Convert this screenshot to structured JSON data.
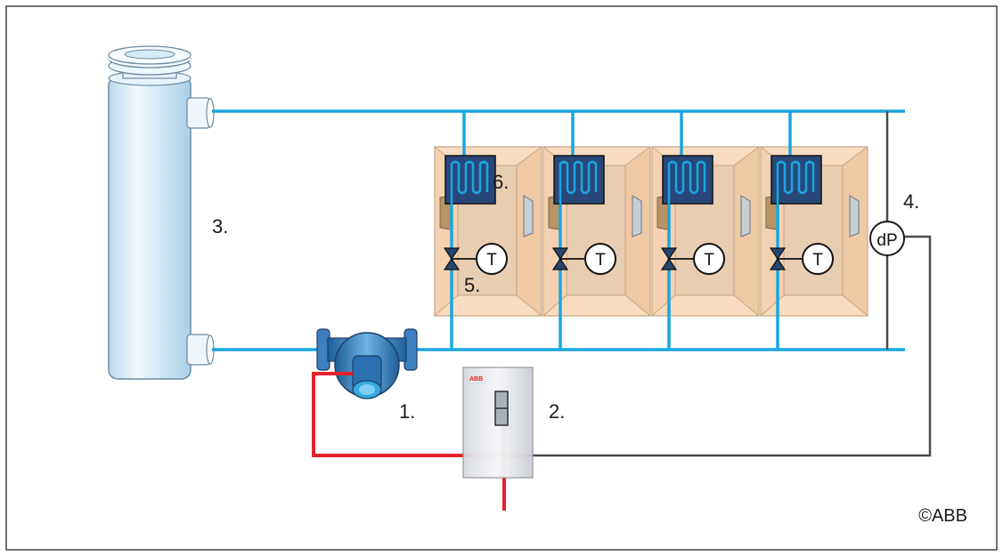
{
  "labels": {
    "pump": "1.",
    "drive": "2.",
    "chiller": "3.",
    "dp_sensor": "4.",
    "valve": "5.",
    "coil": "6."
  },
  "symbols": {
    "temperature": "T",
    "differential_pressure": "dP",
    "drive_brand": "ABB"
  },
  "copyright": "©ABB",
  "colors": {
    "water_pipe": "#1aa6e0",
    "power_cable": "#e8202a",
    "signal_cable": "#4a4a4a",
    "unit_fill": "#f9dcc0",
    "coil_fill": "#28487a",
    "chiller_fill": "#d5eaf6"
  },
  "units": [
    {
      "id": "unit-1",
      "temp": "T"
    },
    {
      "id": "unit-2",
      "temp": "T"
    },
    {
      "id": "unit-3",
      "temp": "T"
    },
    {
      "id": "unit-4",
      "temp": "T"
    }
  ]
}
